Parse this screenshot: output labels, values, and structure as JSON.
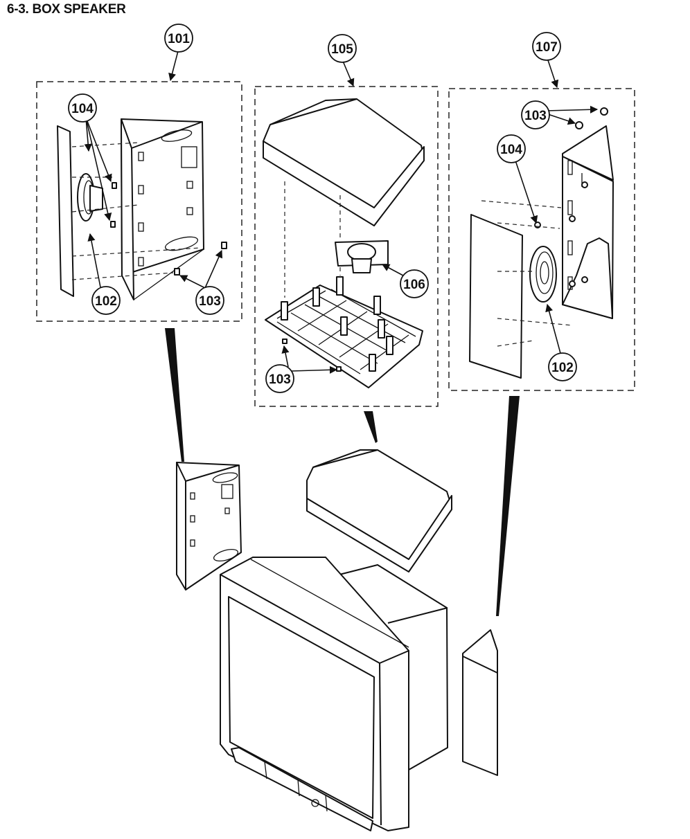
{
  "title": "6-3.  BOX SPEAKER",
  "callouts": {
    "c101": "101",
    "c105": "105",
    "c107": "107",
    "c104_left": "104",
    "c102_left": "102",
    "c103_left": "103",
    "c106": "106",
    "c103_center": "103",
    "c103_right": "103",
    "c104_right": "104",
    "c102_right": "102"
  }
}
